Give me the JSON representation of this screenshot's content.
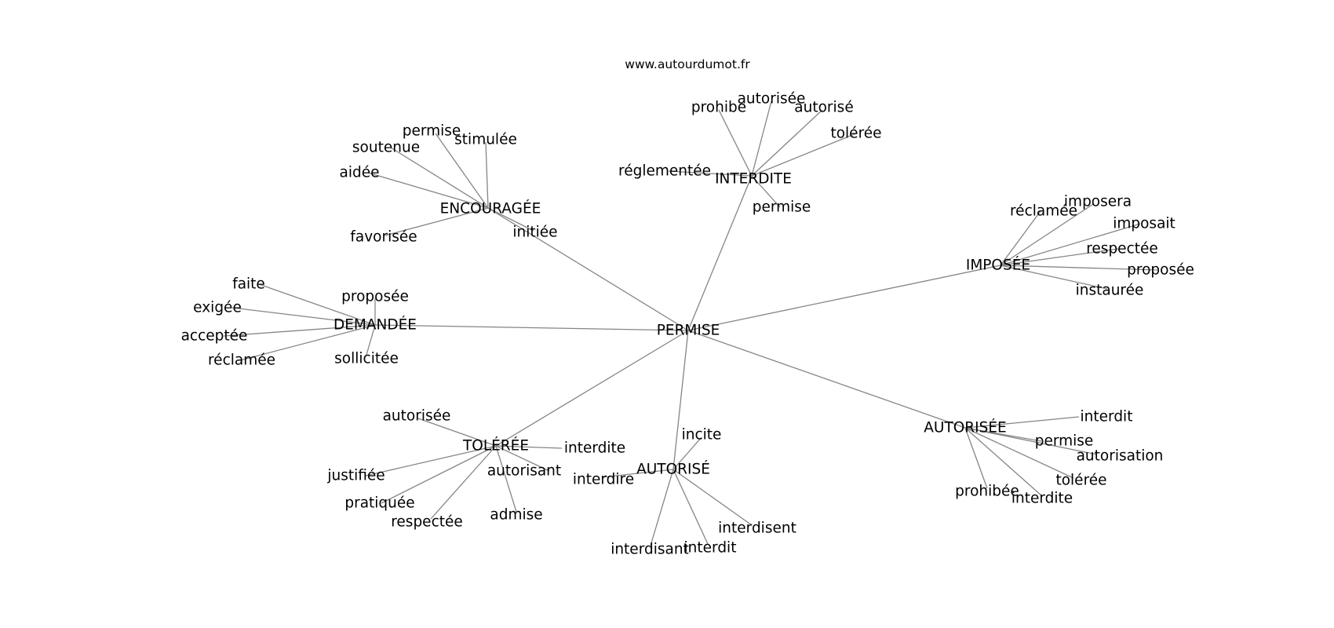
{
  "source": "www.autourdumot.fr",
  "center": {
    "id": "PERMISE",
    "label": "PERMISE"
  },
  "clusters": [
    {
      "id": "ENCOURAGÉE",
      "label": "ENCOURAGÉE",
      "leaves": [
        {
          "id": "enc-permise",
          "label": "permise"
        },
        {
          "id": "enc-stimulee",
          "label": "stimulée"
        },
        {
          "id": "enc-soutenue",
          "label": "soutenue"
        },
        {
          "id": "enc-aidee",
          "label": "aidée"
        },
        {
          "id": "enc-favorisee",
          "label": "favorisée"
        },
        {
          "id": "enc-initiee",
          "label": "initiée"
        }
      ]
    },
    {
      "id": "INTERDITE",
      "label": "INTERDITE",
      "leaves": [
        {
          "id": "int-prohibe",
          "label": "prohibe"
        },
        {
          "id": "int-autorisee",
          "label": "autorisée"
        },
        {
          "id": "int-autorise",
          "label": "autorisé"
        },
        {
          "id": "int-toleree",
          "label": "tolérée"
        },
        {
          "id": "int-reglementee",
          "label": "réglementée"
        },
        {
          "id": "int-permise",
          "label": "permise"
        }
      ]
    },
    {
      "id": "IMPOSÉE",
      "label": "IMPOSÉE",
      "leaves": [
        {
          "id": "imp-reclamee",
          "label": "réclamée"
        },
        {
          "id": "imp-imposera",
          "label": "imposera"
        },
        {
          "id": "imp-imposait",
          "label": "imposait"
        },
        {
          "id": "imp-respectee",
          "label": "respectée"
        },
        {
          "id": "imp-proposee",
          "label": "proposée"
        },
        {
          "id": "imp-instauree",
          "label": "instaurée"
        }
      ]
    },
    {
      "id": "DEMANDÉE",
      "label": "DEMANDÉE",
      "leaves": [
        {
          "id": "dem-faite",
          "label": "faite"
        },
        {
          "id": "dem-proposee",
          "label": "proposée"
        },
        {
          "id": "dem-exigee",
          "label": "exigée"
        },
        {
          "id": "dem-acceptee",
          "label": "acceptée"
        },
        {
          "id": "dem-reclamee",
          "label": "réclamée"
        },
        {
          "id": "dem-sollicitee",
          "label": "sollicitée"
        }
      ]
    },
    {
      "id": "TOLÉRÉE",
      "label": "TOLÉRÉE",
      "leaves": [
        {
          "id": "tol-autorisee",
          "label": "autorisée"
        },
        {
          "id": "tol-interdite",
          "label": "interdite"
        },
        {
          "id": "tol-justifiee",
          "label": "justifiée"
        },
        {
          "id": "tol-autorisant",
          "label": "autorisant"
        },
        {
          "id": "tol-pratiquee",
          "label": "pratiquée"
        },
        {
          "id": "tol-respectee",
          "label": "respectée"
        },
        {
          "id": "tol-admise",
          "label": "admise"
        }
      ]
    },
    {
      "id": "AUTORISÉ",
      "label": "AUTORISÉ",
      "leaves": [
        {
          "id": "aut-incite",
          "label": "incite"
        },
        {
          "id": "aut-interdire",
          "label": "interdire"
        },
        {
          "id": "aut-interdisent",
          "label": "interdisent"
        },
        {
          "id": "aut-interdit",
          "label": "interdit"
        },
        {
          "id": "aut-interdisant",
          "label": "interdisant"
        }
      ]
    },
    {
      "id": "AUTORISÉE",
      "label": "AUTORISÉE",
      "leaves": [
        {
          "id": "aue-interdit",
          "label": "interdit"
        },
        {
          "id": "aue-permise",
          "label": "permise"
        },
        {
          "id": "aue-autorisation",
          "label": "autorisation"
        },
        {
          "id": "aue-toleree",
          "label": "tolérée"
        },
        {
          "id": "aue-prohibee",
          "label": "prohibée"
        },
        {
          "id": "aue-interdite",
          "label": "interdite"
        }
      ]
    }
  ],
  "edge_color": "#858585"
}
